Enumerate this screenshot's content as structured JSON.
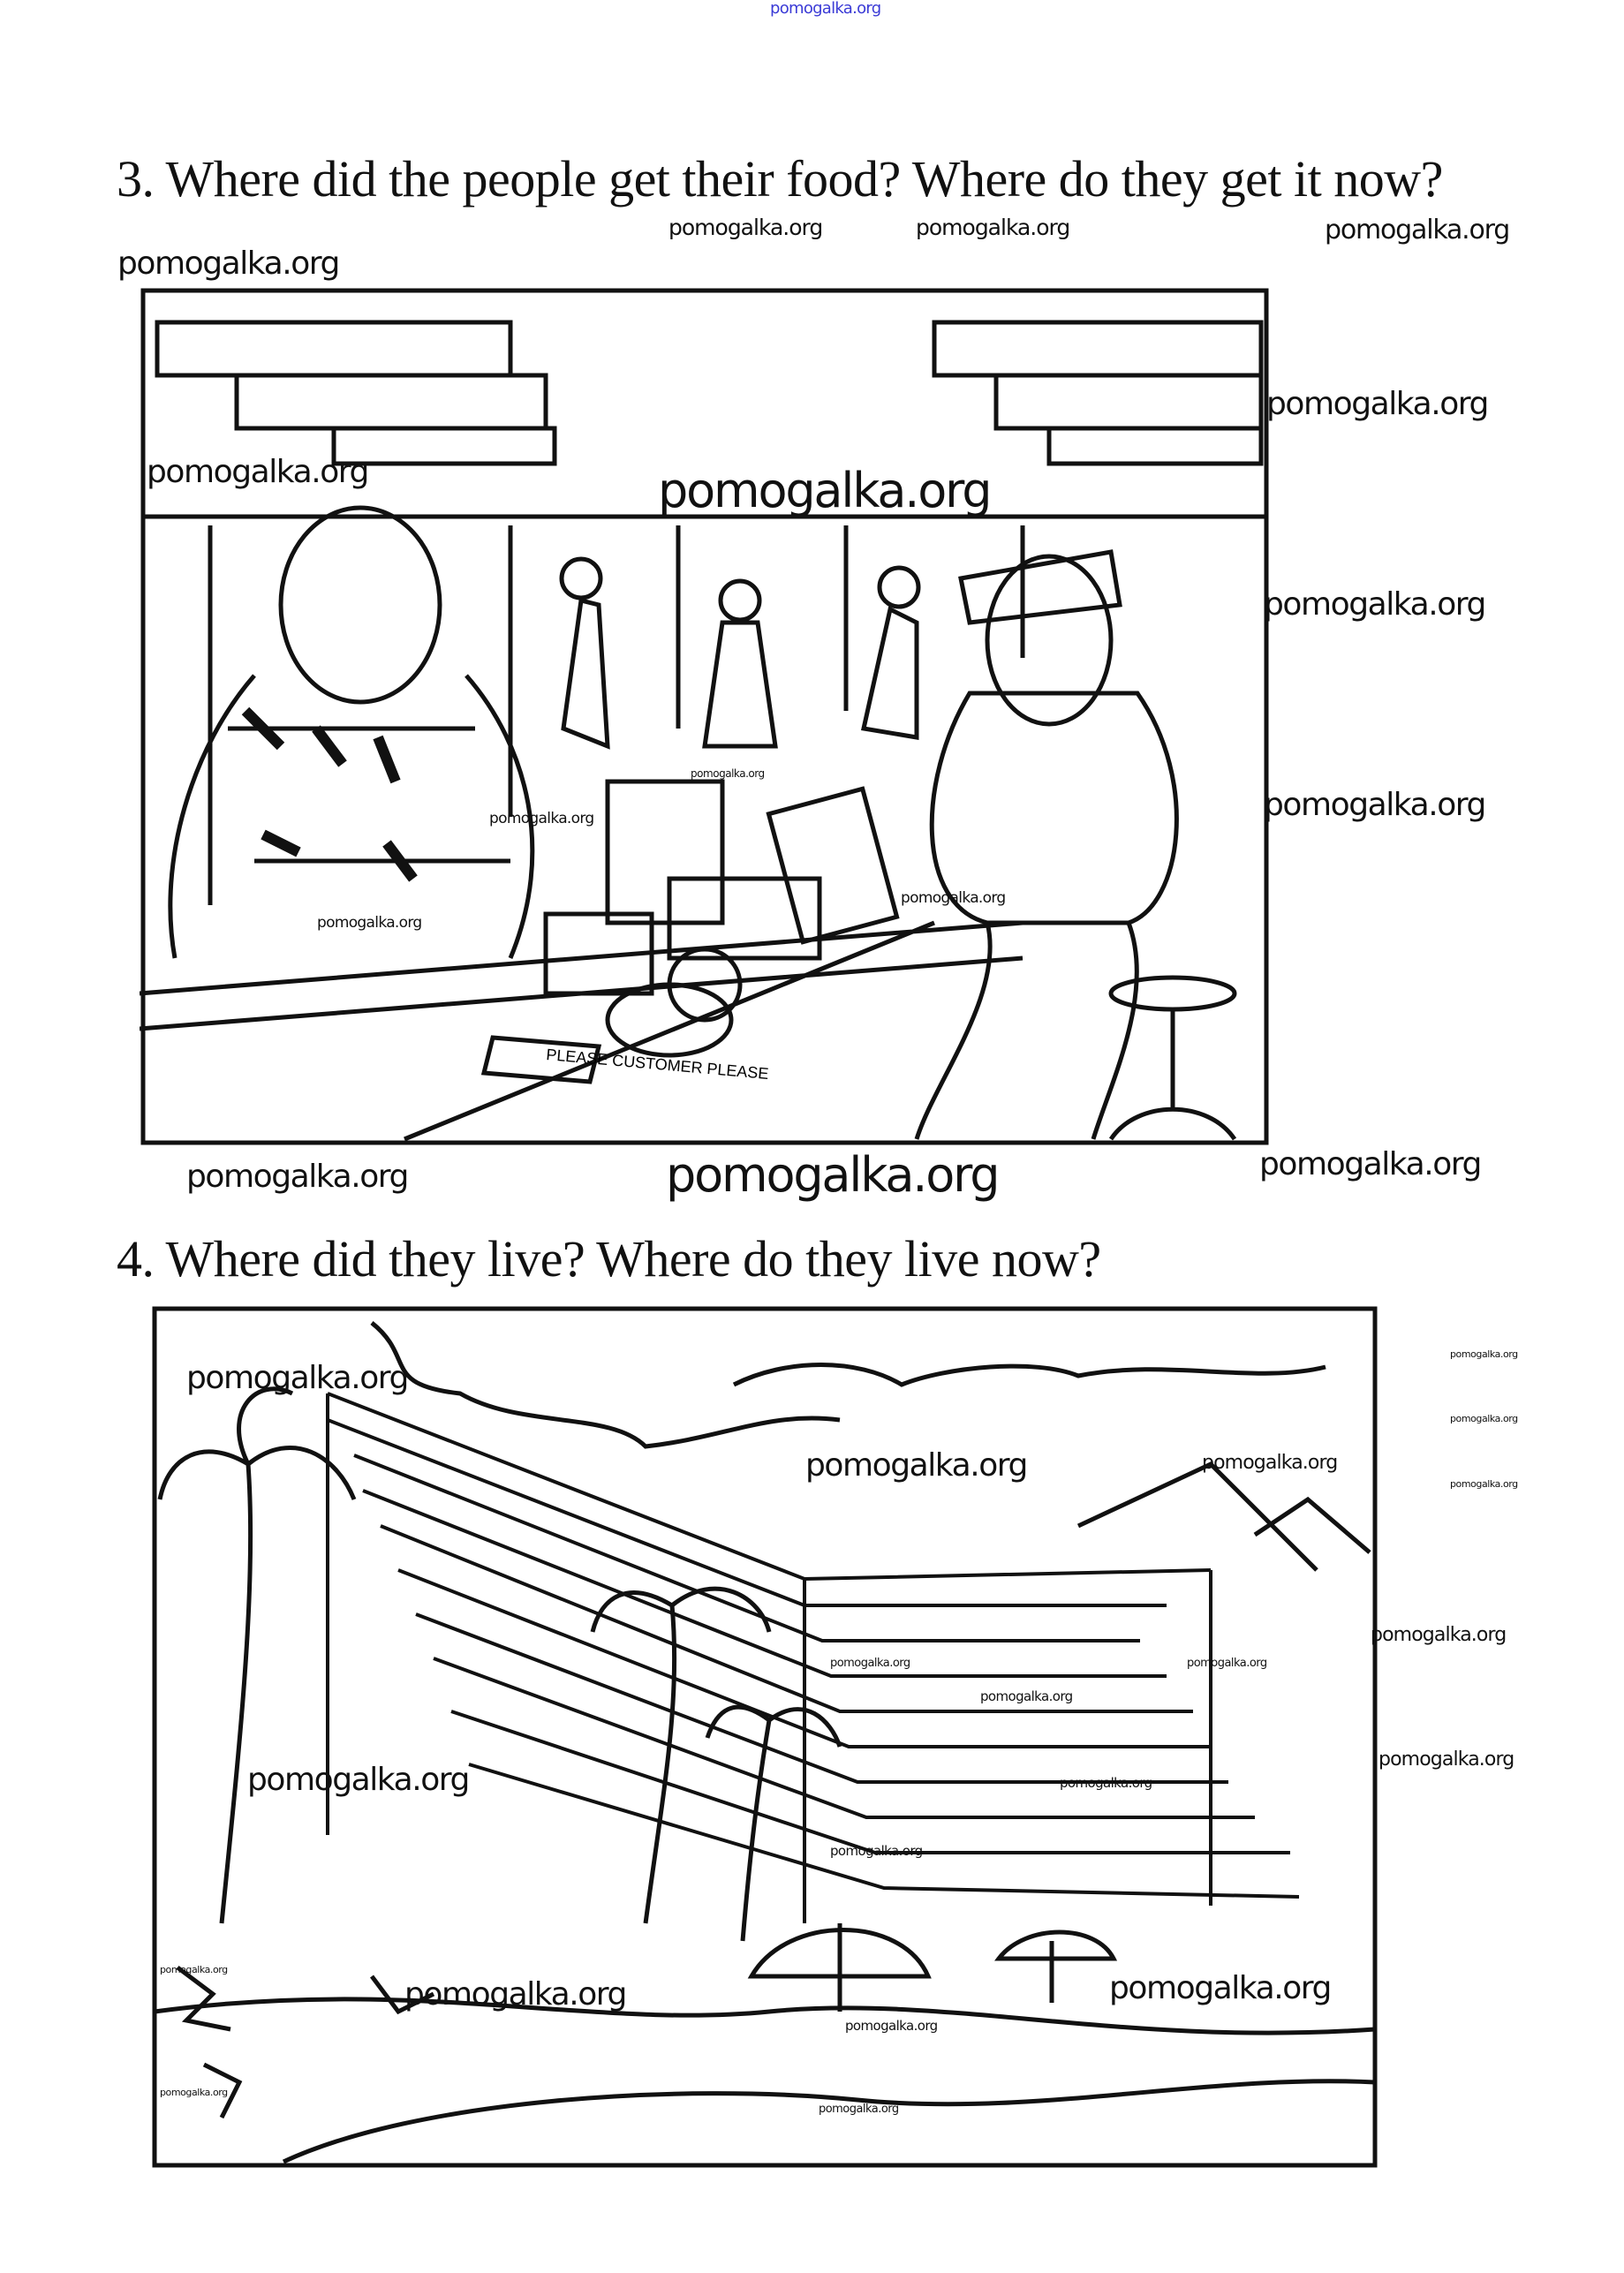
{
  "header_watermark": "pomogalka.org",
  "questions": [
    {
      "text": "3. Where did the people get their food? Where do they get it now?"
    },
    {
      "text": "4. Where did they live? Where do they live now?"
    }
  ],
  "illustrations": [
    {
      "name": "supermarket-checkout",
      "sign_text": "PLEASE CUSTOMER PLEASE"
    },
    {
      "name": "beach-hotel-resort"
    }
  ],
  "watermark": "pomogalka.org",
  "colors": {
    "text": "#111111",
    "header_watermark": "#3b3bd6"
  }
}
